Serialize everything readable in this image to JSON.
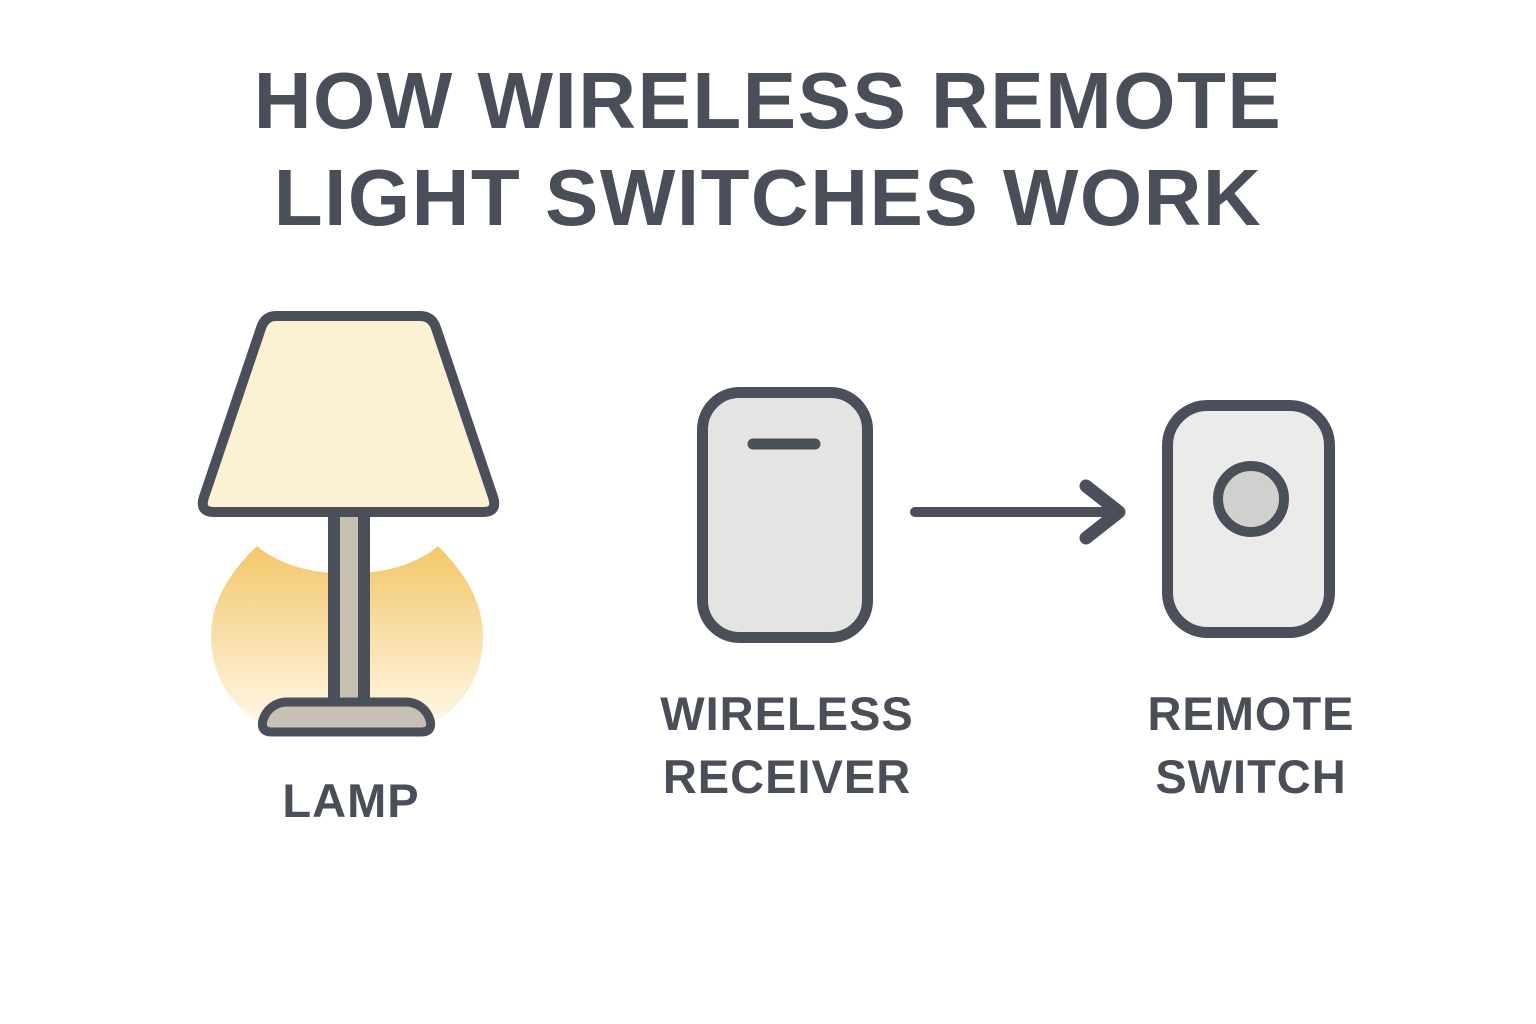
{
  "title": {
    "line1": "HOW WIRELESS REMOTE",
    "line2": "LIGHT SWITCHES WORK"
  },
  "diagram": {
    "lamp": {
      "icon": "lamp-icon",
      "label": "LAMP"
    },
    "receiver": {
      "icon": "wireless-receiver-icon",
      "label_line1": "WIRELESS",
      "label_line2": "RECEIVER"
    },
    "switch": {
      "icon": "remote-switch-icon",
      "label_line1": "REMOTE",
      "label_line2": "SWITCH"
    },
    "connector": {
      "icon": "arrow-right-icon",
      "direction": "right",
      "from": "wireless-receiver",
      "to": "remote-switch"
    }
  },
  "colors": {
    "background": "#FFFFFF",
    "text": "#4A4E58",
    "outline": "#4B4F59",
    "lamp_shade_fill": "#FBF1D3",
    "glow_top": "#F3C565",
    "glow_bottom": "#FFFCF2",
    "lamp_base_fill": "#C8C1B3",
    "receiver_fill": "#E4E4E3",
    "switch_fill": "#EBEBEA",
    "button_fill": "#D0D0CF"
  }
}
